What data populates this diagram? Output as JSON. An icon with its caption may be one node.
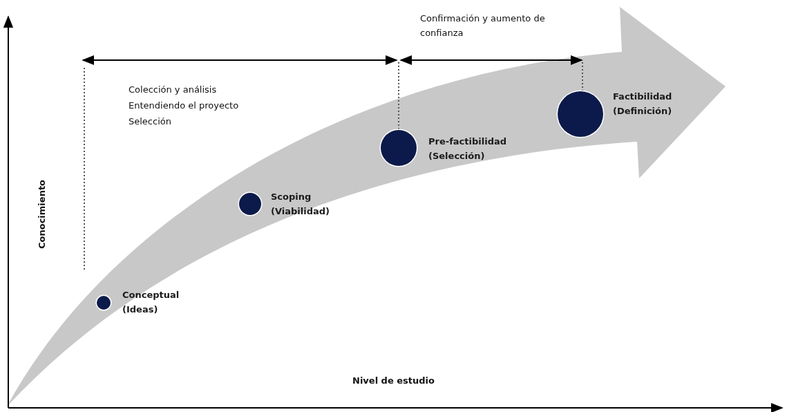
{
  "diagram": {
    "nodes": [
      {
        "text": [],
        "shape": "circle",
        "beside": [
          "Conceptual (Ideas)"
        ]
      },
      {
        "text": [],
        "shape": "circle",
        "beside": [
          "Scoping (Viabilidad)"
        ]
      },
      {
        "text": [],
        "shape": "circle",
        "beside": [
          "Pre-factibilidad (Selección)"
        ]
      },
      {
        "text": [],
        "shape": "circle",
        "beside": [
          "Factibilidad (Definición)"
        ]
      }
    ],
    "edges": [],
    "labels": [
      "Confirmación y aumento de confianza",
      "Colección y análisis",
      "Entendiendo el proyecto",
      "Selección",
      "Conocimiento",
      "Nivel de estudio"
    ]
  }
}
